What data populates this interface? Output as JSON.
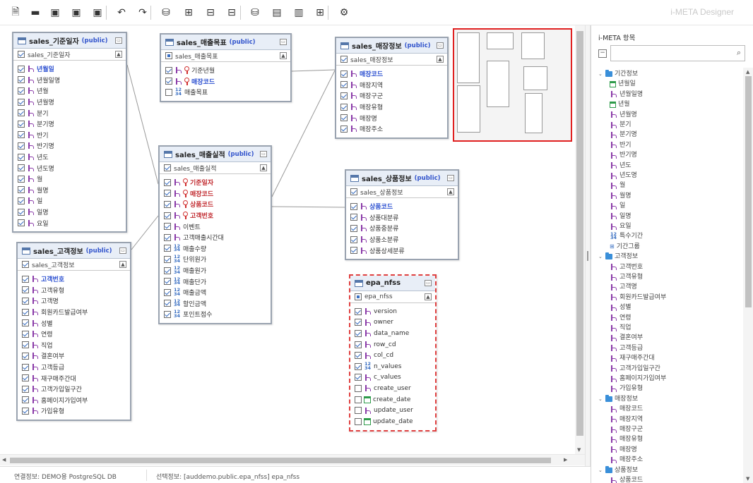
{
  "app_title": "i-META Designer",
  "toolbar": [
    {
      "name": "new-document-icon"
    },
    {
      "name": "open-folder-icon"
    },
    {
      "name": "save-icon"
    },
    {
      "name": "save-all-icon"
    },
    {
      "name": "save-as-icon"
    },
    {
      "name": "undo-icon"
    },
    {
      "name": "redo-icon"
    },
    {
      "name": "database-icon"
    },
    {
      "name": "hierarchy-icon"
    },
    {
      "name": "table-filter-icon"
    },
    {
      "name": "table-settings-icon"
    },
    {
      "name": "db-search-icon"
    },
    {
      "name": "report-icon"
    },
    {
      "name": "document-icon"
    },
    {
      "name": "tree-settings-icon"
    },
    {
      "name": "gear-icon"
    }
  ],
  "tables": [
    {
      "id": "t1",
      "name": "sales_기준일자",
      "schema": "(public)",
      "alias": "sales_기준일자",
      "sub_checkbox": "on",
      "columns": [
        {
          "n": "년월일",
          "k": "pk",
          "t": "attr",
          "c": true
        },
        {
          "n": "년월일명",
          "t": "attr",
          "c": true
        },
        {
          "n": "년월",
          "t": "attr",
          "c": true
        },
        {
          "n": "년월명",
          "t": "attr",
          "c": true
        },
        {
          "n": "분기",
          "t": "attr",
          "c": true
        },
        {
          "n": "분기명",
          "t": "attr",
          "c": true
        },
        {
          "n": "반기",
          "t": "attr",
          "c": true
        },
        {
          "n": "반기명",
          "t": "attr",
          "c": true
        },
        {
          "n": "년도",
          "t": "attr",
          "c": true
        },
        {
          "n": "년도명",
          "t": "attr",
          "c": true
        },
        {
          "n": "월",
          "t": "attr",
          "c": true
        },
        {
          "n": "월명",
          "t": "attr",
          "c": true
        },
        {
          "n": "일",
          "t": "attr",
          "c": true
        },
        {
          "n": "일명",
          "t": "attr",
          "c": true
        },
        {
          "n": "요일",
          "t": "attr",
          "c": true
        }
      ]
    },
    {
      "id": "t2",
      "name": "sales_매출목표",
      "schema": "(public)",
      "alias": "sales_매출목표",
      "sub_checkbox": "dot",
      "columns": [
        {
          "n": "기준년월",
          "k": "key",
          "t": "attr",
          "c": true
        },
        {
          "n": "매장코드",
          "k": "pkkey",
          "t": "attr",
          "c": true
        },
        {
          "n": "매출목표",
          "t": "num",
          "c": false
        }
      ]
    },
    {
      "id": "t3",
      "name": "sales_매장정보",
      "schema": "(public)",
      "alias": "sales_매장정보",
      "sub_checkbox": "on",
      "columns": [
        {
          "n": "매장코드",
          "k": "pk",
          "t": "attr",
          "c": true
        },
        {
          "n": "매장지역",
          "t": "attr",
          "c": true
        },
        {
          "n": "매장구군",
          "t": "attr",
          "c": true
        },
        {
          "n": "매장유형",
          "t": "attr",
          "c": true
        },
        {
          "n": "매장명",
          "t": "attr",
          "c": true
        },
        {
          "n": "매장주소",
          "t": "attr",
          "c": true
        }
      ]
    },
    {
      "id": "t4",
      "name": "sales_매출실적",
      "schema": "(public)",
      "alias": "sales_매출실적",
      "sub_checkbox": "on",
      "columns": [
        {
          "n": "기준일자",
          "k": "key2",
          "t": "attr",
          "c": true
        },
        {
          "n": "매장코드",
          "k": "key2",
          "t": "attr",
          "c": true
        },
        {
          "n": "상품코드",
          "k": "key2",
          "t": "attr",
          "c": true
        },
        {
          "n": "고객번호",
          "k": "key2",
          "t": "attr",
          "c": true
        },
        {
          "n": "이벤트",
          "t": "attr",
          "c": true
        },
        {
          "n": "고객매출시간대",
          "t": "attr",
          "c": true
        },
        {
          "n": "매출수량",
          "t": "num",
          "c": true
        },
        {
          "n": "단위원가",
          "t": "num",
          "c": true
        },
        {
          "n": "매출원가",
          "t": "num",
          "c": true
        },
        {
          "n": "매출단가",
          "t": "num",
          "c": true
        },
        {
          "n": "매출금액",
          "t": "num",
          "c": true
        },
        {
          "n": "할인금액",
          "t": "num",
          "c": true
        },
        {
          "n": "포인트점수",
          "t": "num",
          "c": true
        }
      ]
    },
    {
      "id": "t5",
      "name": "sales_상품정보",
      "schema": "(public)",
      "alias": "sales_상품정보",
      "sub_checkbox": "on",
      "columns": [
        {
          "n": "상품코드",
          "k": "pk",
          "t": "attr",
          "c": true
        },
        {
          "n": "상품대분류",
          "t": "attr",
          "c": true
        },
        {
          "n": "상품중분류",
          "t": "attr",
          "c": true
        },
        {
          "n": "상품소분류",
          "t": "attr",
          "c": true
        },
        {
          "n": "상품상세분류",
          "t": "attr",
          "c": true
        }
      ]
    },
    {
      "id": "t6",
      "name": "sales_고객정보",
      "schema": "(public)",
      "alias": "sales_고객정보",
      "sub_checkbox": "on",
      "columns": [
        {
          "n": "고객번호",
          "k": "pk",
          "t": "attr",
          "c": true
        },
        {
          "n": "고객유형",
          "t": "attr",
          "c": true
        },
        {
          "n": "고객명",
          "t": "attr",
          "c": true
        },
        {
          "n": "회원카드발급여부",
          "t": "attr",
          "c": true
        },
        {
          "n": "성별",
          "t": "attr",
          "c": true
        },
        {
          "n": "연령",
          "t": "attr",
          "c": true
        },
        {
          "n": "직업",
          "t": "attr",
          "c": true
        },
        {
          "n": "결혼여부",
          "t": "attr",
          "c": true
        },
        {
          "n": "고객등급",
          "t": "attr",
          "c": true
        },
        {
          "n": "재구매주간대",
          "t": "attr",
          "c": true
        },
        {
          "n": "고객가입일구간",
          "t": "attr",
          "c": true
        },
        {
          "n": "홈페이지가입여부",
          "t": "attr",
          "c": true
        },
        {
          "n": "가입유형",
          "t": "attr",
          "c": true
        }
      ]
    },
    {
      "id": "t7",
      "name": "epa_nfss",
      "schema": "",
      "alias": "epa_nfss",
      "sub_checkbox": "dot",
      "columns": [
        {
          "n": "version",
          "t": "attr",
          "c": true
        },
        {
          "n": "owner",
          "t": "attr",
          "c": true
        },
        {
          "n": "data_name",
          "t": "attr",
          "c": true
        },
        {
          "n": "row_cd",
          "t": "attr",
          "c": true
        },
        {
          "n": "col_cd",
          "t": "attr",
          "c": true
        },
        {
          "n": "n_values",
          "t": "num",
          "c": true
        },
        {
          "n": "c_values",
          "t": "attr",
          "c": true
        },
        {
          "n": "create_user",
          "t": "attr",
          "c": false
        },
        {
          "n": "create_date",
          "t": "date",
          "c": false
        },
        {
          "n": "update_user",
          "t": "attr",
          "c": false
        },
        {
          "n": "update_date",
          "t": "date",
          "c": false
        }
      ]
    }
  ],
  "panel": {
    "title": "i-META 항목",
    "search_placeholder": "",
    "tree": [
      {
        "label": "기간정보",
        "type": "folder",
        "lvl": 0
      },
      {
        "label": "년월일",
        "type": "cal",
        "lvl": 1
      },
      {
        "label": "년월일명",
        "type": "attr",
        "lvl": 1
      },
      {
        "label": "년월",
        "type": "cal",
        "lvl": 1
      },
      {
        "label": "년월명",
        "type": "attr",
        "lvl": 1
      },
      {
        "label": "분기",
        "type": "attr",
        "lvl": 1
      },
      {
        "label": "분기명",
        "type": "attr",
        "lvl": 1
      },
      {
        "label": "반기",
        "type": "attr",
        "lvl": 1
      },
      {
        "label": "반기명",
        "type": "attr",
        "lvl": 1
      },
      {
        "label": "년도",
        "type": "attr",
        "lvl": 1
      },
      {
        "label": "년도명",
        "type": "attr",
        "lvl": 1
      },
      {
        "label": "월",
        "type": "attr",
        "lvl": 1
      },
      {
        "label": "월명",
        "type": "attr",
        "lvl": 1
      },
      {
        "label": "일",
        "type": "attr",
        "lvl": 1
      },
      {
        "label": "일명",
        "type": "attr",
        "lvl": 1
      },
      {
        "label": "요일",
        "type": "attr",
        "lvl": 1
      },
      {
        "label": "특수기간",
        "type": "num",
        "lvl": 1
      },
      {
        "label": "기간그룹",
        "type": "hier",
        "lvl": 1
      },
      {
        "label": "고객정보",
        "type": "folder",
        "lvl": 0
      },
      {
        "label": "고객번호",
        "type": "attr",
        "lvl": 1
      },
      {
        "label": "고객유형",
        "type": "attr",
        "lvl": 1
      },
      {
        "label": "고객명",
        "type": "attr",
        "lvl": 1
      },
      {
        "label": "회원카드발급여부",
        "type": "attr",
        "lvl": 1
      },
      {
        "label": "성별",
        "type": "attr",
        "lvl": 1
      },
      {
        "label": "연령",
        "type": "attr",
        "lvl": 1
      },
      {
        "label": "직업",
        "type": "attr",
        "lvl": 1
      },
      {
        "label": "결혼여부",
        "type": "attr",
        "lvl": 1
      },
      {
        "label": "고객등급",
        "type": "attr",
        "lvl": 1
      },
      {
        "label": "재구매주간대",
        "type": "attr",
        "lvl": 1
      },
      {
        "label": "고객가입일구간",
        "type": "attr",
        "lvl": 1
      },
      {
        "label": "홈페이지가입여부",
        "type": "attr",
        "lvl": 1
      },
      {
        "label": "가입유형",
        "type": "attr",
        "lvl": 1
      },
      {
        "label": "매장정보",
        "type": "folder",
        "lvl": 0
      },
      {
        "label": "매장코드",
        "type": "attr",
        "lvl": 1
      },
      {
        "label": "매장지역",
        "type": "attr",
        "lvl": 1
      },
      {
        "label": "매장구군",
        "type": "attr",
        "lvl": 1
      },
      {
        "label": "매장유형",
        "type": "attr",
        "lvl": 1
      },
      {
        "label": "매장명",
        "type": "attr",
        "lvl": 1
      },
      {
        "label": "매장주소",
        "type": "attr",
        "lvl": 1
      },
      {
        "label": "상품정보",
        "type": "folder",
        "lvl": 0
      },
      {
        "label": "상품코드",
        "type": "attr",
        "lvl": 1
      }
    ]
  },
  "status": {
    "connection": "연결정보: DEMO용 PostgreSQL DB",
    "selection": "선택정보: [auddemo.public.epa_nfss] epa_nfss"
  },
  "colors": {
    "accent": "#3a6fc2",
    "selection_border": "#e02020",
    "key_red": "#c0282d",
    "pk_blue": "#2b4fd0"
  }
}
